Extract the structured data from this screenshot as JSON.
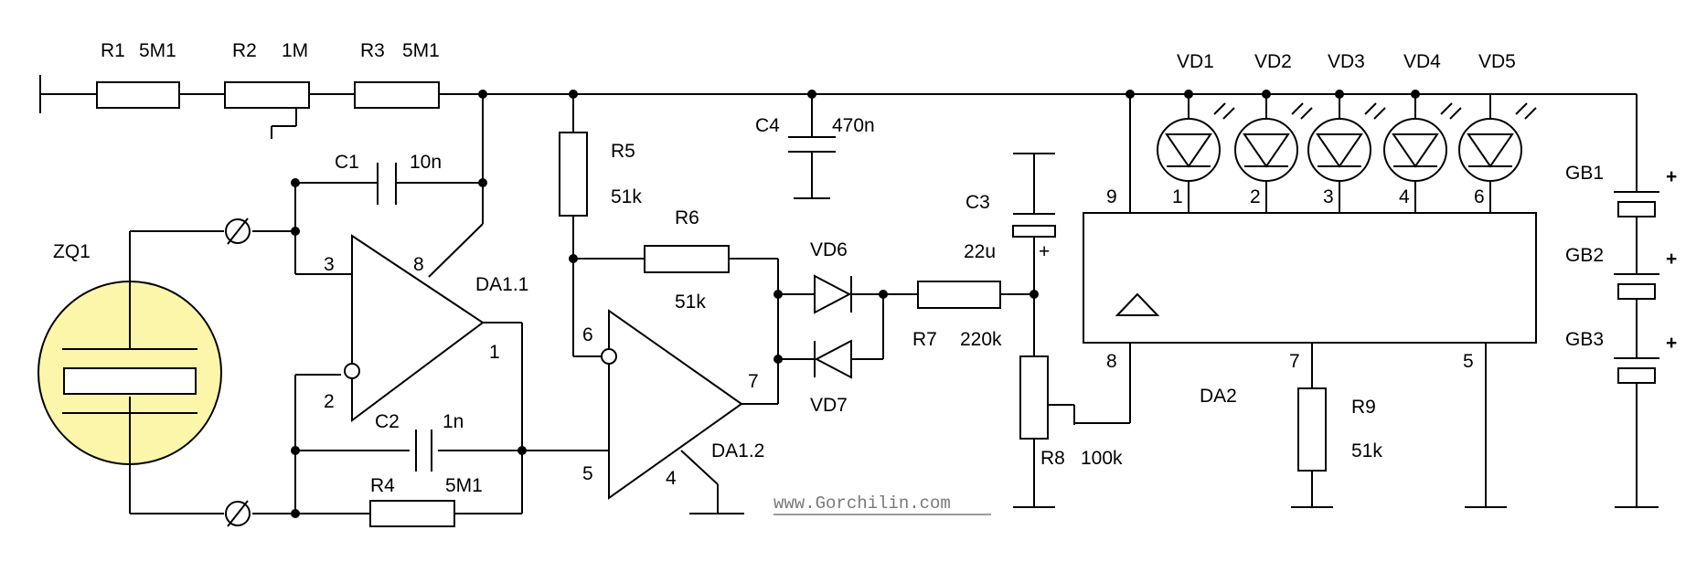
{
  "labels": {
    "r1": "R1",
    "r1v": "5M1",
    "r2": "R2",
    "r2v": "1M",
    "r3": "R3",
    "r3v": "5M1",
    "c1": "C1",
    "c1v": "10n",
    "zq1": "ZQ1",
    "da11": "DA1.1",
    "c2": "C2",
    "c2v": "1n",
    "r4": "R4",
    "r4v": "5M1",
    "r5": "R5",
    "r5v": "51k",
    "r6": "R6",
    "r6v": "51k",
    "c4": "C4",
    "c4v": "470n",
    "vd6": "VD6",
    "vd7": "VD7",
    "r7": "R7",
    "r7v": "220k",
    "c3": "C3",
    "c3v": "22u",
    "da12": "DA1.2",
    "r8": "R8",
    "r8v": "100k",
    "vd1": "VD1",
    "vd2": "VD2",
    "vd3": "VD3",
    "vd4": "VD4",
    "vd5": "VD5",
    "da2": "DA2",
    "r9": "R9",
    "r9v": "51k",
    "gb1": "GB1",
    "gb2": "GB2",
    "gb3": "GB3",
    "plus": "+",
    "watermark": "www.Gorchilin.com"
  },
  "pins": {
    "da11_p3": "3",
    "da11_p8": "8",
    "da11_p2": "2",
    "da11_p1": "1",
    "da12_p6": "6",
    "da12_p5": "5",
    "da12_p4": "4",
    "da12_p7": "7",
    "da2_p9": "9",
    "da2_p1": "1",
    "da2_p2": "2",
    "da2_p3": "3",
    "da2_p4": "4",
    "da2_p6": "6",
    "da2_p8": "8",
    "da2_p7": "7",
    "da2_p5": "5"
  },
  "colors": {
    "crystal_fill": "#fbf6a9",
    "ink": "#000000",
    "watermark": "#7a7a7a"
  }
}
